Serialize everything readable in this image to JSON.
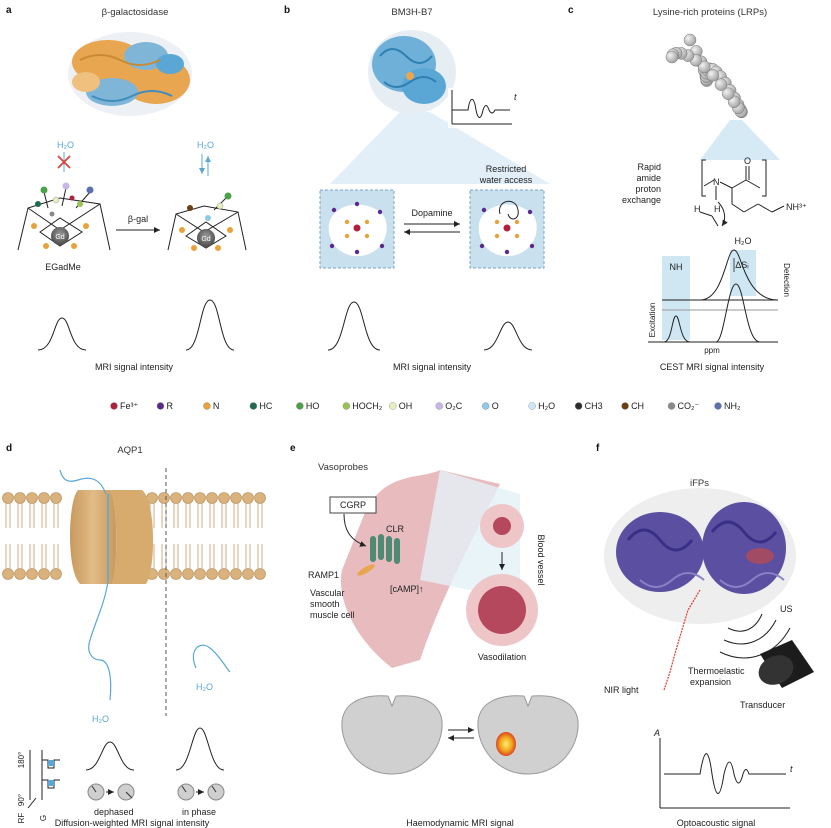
{
  "colors": {
    "blue": "#5aa7d6",
    "orange": "#e9a650",
    "pink": "#d9a0a4",
    "dark_red": "#b5485c",
    "tan": "#d9b27d",
    "purple_protein": "#5a4fa0",
    "teal_receptor": "#4e8a74",
    "gray": "#bdbdbd"
  },
  "panels": {
    "a": {
      "letter": "a",
      "title": "β-galactosidase",
      "water": "H₂O",
      "enzyme": "β-gal",
      "agent": "EGadMe",
      "metal": "Gd",
      "caption": "MRI signal intensity"
    },
    "b": {
      "letter": "b",
      "title": "BM3H-B7",
      "trace_axis": "t",
      "stimulus": "Dopamine",
      "restricted": [
        "Restricted",
        "water access"
      ],
      "caption": "MRI signal intensity"
    },
    "c": {
      "letter": "c",
      "title": "Lysine-rich proteins (LRPs)",
      "exchange": [
        "Rapid",
        "amide",
        "proton",
        "exchange"
      ],
      "atom_N": "N",
      "atom_O": "O",
      "atom_H1": "H",
      "atom_H2": "H",
      "nh3": "NH³⁺",
      "water": "H₂O",
      "nh": "NH",
      "delta": "ΔSᵢ",
      "excitation": "Excitation",
      "detection": "Detection",
      "ppm": "ppm",
      "caption": "CEST MRI signal intensity"
    },
    "d": {
      "letter": "d",
      "title": "AQP1",
      "water": "H₂O",
      "deg180": "180°",
      "deg90": "90°",
      "rf": "RF",
      "g": "G",
      "dephased": "dephased",
      "in_phase": "in phase",
      "caption": "Diffusion-weighted MRI signal intensity"
    },
    "e": {
      "letter": "e",
      "title": "Vasoprobes",
      "cgrp": "CGRP",
      "clr": "CLR",
      "ramp1": "RAMP1",
      "camp": "[cAMP]↑",
      "cell": [
        "Vascular",
        "smooth",
        "muscle cell"
      ],
      "vessel": "Blood vessel",
      "vasodilation": "Vasodilation",
      "caption": "Haemodynamic MRI signal"
    },
    "f": {
      "letter": "f",
      "title": "iFPs",
      "us": "US",
      "nir": "NIR light",
      "thermo": [
        "Thermoelastic",
        "expansion"
      ],
      "transducer": "Transducer",
      "axis_a": "A",
      "axis_t": "t",
      "caption": "Optoacoustic signal"
    }
  },
  "legend": [
    {
      "label": "Fe³⁺",
      "color": "#b0223c"
    },
    {
      "label": "R",
      "color": "#5a2a8a"
    },
    {
      "label": "N",
      "color": "#e9a23b"
    },
    {
      "label": "HC",
      "color": "#1f6b4f"
    },
    {
      "label": "HO",
      "color": "#4ba24a"
    },
    {
      "label": "HOCH₂",
      "color": "#9ac24f"
    },
    {
      "label": "OH",
      "color": "#e8eec0"
    },
    {
      "label": "O₂C",
      "color": "#c9b6e6"
    },
    {
      "label": "O",
      "color": "#8fc9ea"
    },
    {
      "label": "H₂O",
      "color": "#cfe8f7"
    },
    {
      "label": "CH3",
      "color": "#2c2c2c"
    },
    {
      "label": "CH",
      "color": "#6b3f12"
    },
    {
      "label": "CO₂⁻",
      "color": "#8a8a8a"
    },
    {
      "label": "NH₂",
      "color": "#5c6fb0"
    }
  ]
}
